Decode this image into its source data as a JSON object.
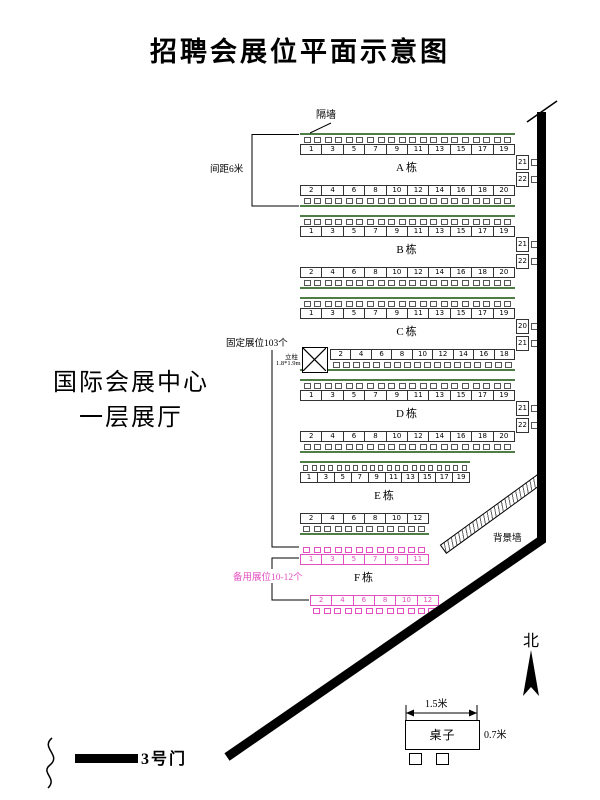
{
  "title": "招聘会展位平面示意图",
  "venue": {
    "line1": "国际会展中心",
    "line2": "一层展厅"
  },
  "annotations": {
    "partition_wall": "隔墙",
    "row_spacing": "间距6米",
    "fixed_booths": "固定展位103个",
    "backup_booths": "备用展位10-12个",
    "column": "立柱",
    "column_size": "1.8*1.9m",
    "background_wall": "背景墙",
    "north": "北",
    "gate": "3号门"
  },
  "legend": {
    "table_label": "桌子",
    "table_width": "1.5米",
    "table_depth": "0.7米"
  },
  "colors": {
    "booth_line_green": "#4e7d46",
    "backup_pink": "#e34fc0",
    "wall": "#000000"
  },
  "blocks": [
    {
      "id": "A",
      "label": "A栋",
      "type": "fixed",
      "top": [
        "1",
        "3",
        "5",
        "7",
        "9",
        "11",
        "13",
        "15",
        "17",
        "19"
      ],
      "bottom": [
        "2",
        "4",
        "6",
        "8",
        "10",
        "12",
        "14",
        "16",
        "18",
        "20"
      ],
      "side": [
        "21",
        "22"
      ]
    },
    {
      "id": "B",
      "label": "B栋",
      "type": "fixed",
      "top": [
        "1",
        "3",
        "5",
        "7",
        "9",
        "11",
        "13",
        "15",
        "17",
        "19"
      ],
      "bottom": [
        "2",
        "4",
        "6",
        "8",
        "10",
        "12",
        "14",
        "16",
        "18",
        "20"
      ],
      "side": [
        "21",
        "22"
      ]
    },
    {
      "id": "C",
      "label": "C栋",
      "type": "fixed",
      "has_column": true,
      "top": [
        "1",
        "3",
        "5",
        "7",
        "9",
        "11",
        "13",
        "15",
        "17",
        "19"
      ],
      "bottom": [
        "2",
        "4",
        "6",
        "8",
        "10",
        "12",
        "14",
        "16",
        "18"
      ],
      "side": [
        "20",
        "21"
      ]
    },
    {
      "id": "D",
      "label": "D栋",
      "type": "fixed",
      "top": [
        "1",
        "3",
        "5",
        "7",
        "9",
        "11",
        "13",
        "15",
        "17",
        "19"
      ],
      "bottom": [
        "2",
        "4",
        "6",
        "8",
        "10",
        "12",
        "14",
        "16",
        "18",
        "20"
      ],
      "side": [
        "21",
        "22"
      ]
    },
    {
      "id": "E",
      "label": "E栋",
      "type": "fixed",
      "top": [
        "1",
        "3",
        "5",
        "7",
        "9",
        "11",
        "13",
        "15",
        "17",
        "19"
      ],
      "bottom": [
        "2",
        "4",
        "6",
        "8",
        "10",
        "12"
      ],
      "side": []
    },
    {
      "id": "F",
      "label": "F栋",
      "type": "backup",
      "top": [
        "1",
        "3",
        "5",
        "7",
        "9",
        "11"
      ],
      "bottom": [
        "2",
        "4",
        "6",
        "8",
        "10",
        "12"
      ],
      "side": []
    }
  ]
}
